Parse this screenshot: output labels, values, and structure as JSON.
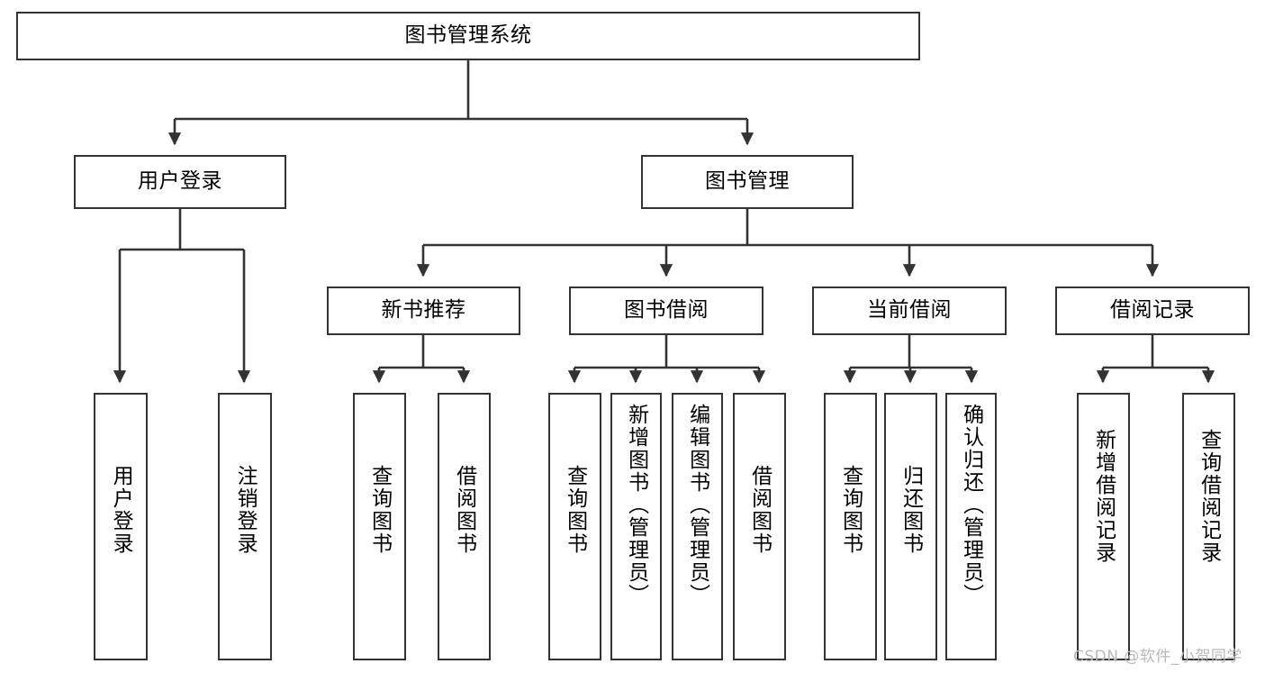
{
  "diagram": {
    "title": "图书管理系统",
    "type": "tree-hierarchy",
    "watermark": "CSDN @软件_小贺同学",
    "colors": {
      "box_border": "#333333",
      "box_fill": "#ffffff",
      "edge": "#333333",
      "text": "#000000",
      "watermark": "#b9b9b9"
    }
  },
  "nodes": {
    "root": {
      "label": "图书管理系统"
    },
    "level2": [
      {
        "id": "user-login",
        "label": "用户登录"
      },
      {
        "id": "book-management",
        "label": "图书管理"
      }
    ],
    "level3": [
      {
        "id": "new-book-recommend",
        "label": "新书推荐"
      },
      {
        "id": "book-borrow",
        "label": "图书借阅"
      },
      {
        "id": "current-borrow",
        "label": "当前借阅"
      },
      {
        "id": "borrow-record",
        "label": "借阅记录"
      }
    ],
    "leaves": {
      "user_login": [
        {
          "id": "leaf-user-login",
          "label": "用户登录"
        },
        {
          "id": "leaf-user-logout",
          "label": "注销登录"
        }
      ],
      "new_book_recommend": [
        {
          "id": "leaf-query-book-1",
          "label": "查询图书"
        },
        {
          "id": "leaf-borrow-book-1",
          "label": "借阅图书"
        }
      ],
      "book_borrow": [
        {
          "id": "leaf-query-book-2",
          "label": "查询图书"
        },
        {
          "id": "leaf-add-book",
          "label": "新增图书（管理员）"
        },
        {
          "id": "leaf-edit-book",
          "label": "编辑图书（管理员）"
        },
        {
          "id": "leaf-borrow-book-2",
          "label": "借阅图书"
        }
      ],
      "current_borrow": [
        {
          "id": "leaf-query-book-3",
          "label": "查询图书"
        },
        {
          "id": "leaf-return-book",
          "label": "归还图书"
        },
        {
          "id": "leaf-confirm-return",
          "label": "确认归还（管理员）"
        }
      ],
      "borrow_record": [
        {
          "id": "leaf-add-record",
          "label": "新增借阅记录"
        },
        {
          "id": "leaf-query-record",
          "label": "查询借阅记录"
        }
      ]
    }
  }
}
